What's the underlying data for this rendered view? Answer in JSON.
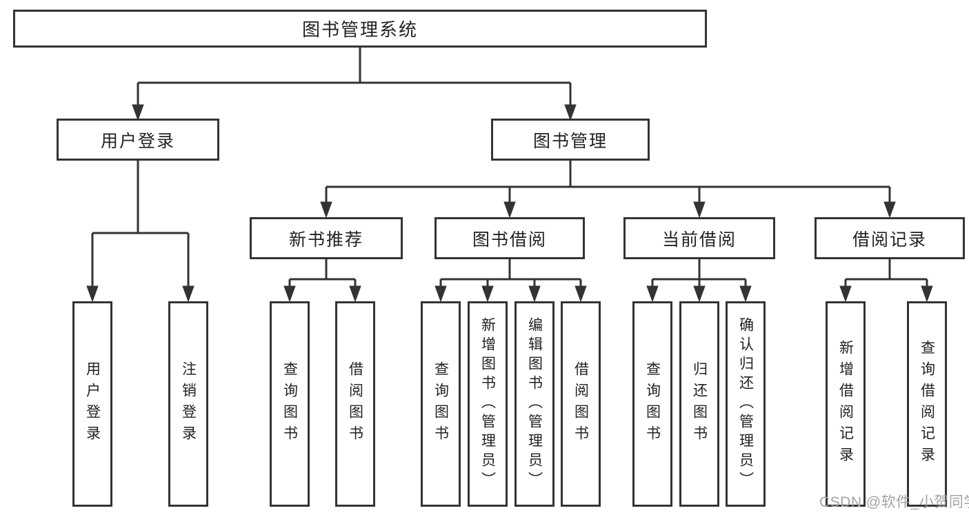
{
  "watermark": "CSDN @软件_小贺同学",
  "colors": {
    "line": "#333333",
    "text": "#222222",
    "watermark": "#a3a3a3",
    "background": "#ffffff"
  },
  "tree": {
    "label": "图书管理系统",
    "children": [
      {
        "label": "用户登录",
        "children": [
          {
            "label": "用户登录"
          },
          {
            "label": "注销登录"
          }
        ]
      },
      {
        "label": "图书管理",
        "children": [
          {
            "label": "新书推荐",
            "children": [
              {
                "label": "查询图书"
              },
              {
                "label": "借阅图书"
              }
            ]
          },
          {
            "label": "图书借阅",
            "children": [
              {
                "label": "查询图书"
              },
              {
                "label": "新增图书（管理员）"
              },
              {
                "label": "编辑图书（管理员）"
              },
              {
                "label": "借阅图书"
              }
            ]
          },
          {
            "label": "当前借阅",
            "children": [
              {
                "label": "查询图书"
              },
              {
                "label": "归还图书"
              },
              {
                "label": "确认归还（管理员）"
              }
            ]
          },
          {
            "label": "借阅记录",
            "children": [
              {
                "label": "新增借阅记录"
              },
              {
                "label": "查询借阅记录"
              }
            ]
          }
        ]
      }
    ]
  }
}
